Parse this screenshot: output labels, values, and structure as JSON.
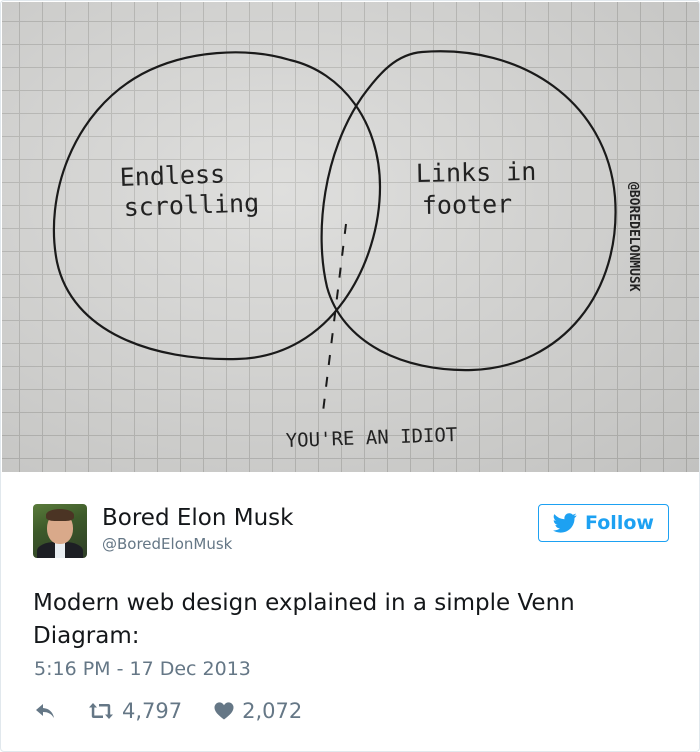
{
  "photo": {
    "left_circle_text": [
      "Endless",
      "scrolling"
    ],
    "right_circle_text": [
      "Links in",
      "footer"
    ],
    "pointer_text": "YOU'RE AN IDIOT",
    "watermark": "@BOREDELONMUSK"
  },
  "tweet": {
    "author_name": "Bored Elon Musk",
    "author_handle": "@BoredElonMusk",
    "follow_label": "Follow",
    "text": "Modern web design explained in a simple Venn Diagram:",
    "timestamp": "5:16 PM - 17 Dec 2013",
    "retweet_count": "4,797",
    "like_count": "2,072"
  },
  "icons": {
    "avatar": "profile-photo",
    "follow": "twitter-bird-icon",
    "reply": "reply-arrow-icon",
    "retweet": "retweet-icon",
    "like": "heart-icon"
  },
  "colors": {
    "accent": "#1da1f2",
    "text": "#14171a",
    "muted": "#657786",
    "border": "#e1e8ed"
  }
}
